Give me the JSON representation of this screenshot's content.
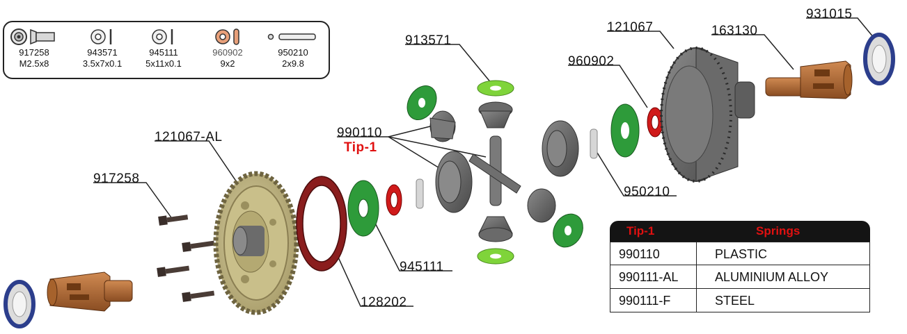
{
  "legend": {
    "items": [
      {
        "code": "917258",
        "size": "M2.5x8",
        "icon": "screw-icon"
      },
      {
        "code": "943571",
        "size": "3.5x7x0.1",
        "icon": "shim-washer-icon"
      },
      {
        "code": "945111",
        "size": "5x11x0.1",
        "icon": "shim-washer-icon"
      },
      {
        "code": "960902",
        "size": "9x2",
        "icon": "o-ring-icon"
      },
      {
        "code": "950210",
        "size": "2x9.8",
        "icon": "pin-icon"
      }
    ]
  },
  "callouts": {
    "c121067_al": "121067-AL",
    "c917258": "917258",
    "c990110": "990110",
    "tip1": "Tip-1",
    "c913571": "913571",
    "c121067": "121067",
    "c163130": "163130",
    "c931015": "931015",
    "c960902": "960902",
    "c950210": "950210",
    "c945111": "945111",
    "c128202": "128202"
  },
  "spec_table": {
    "header": {
      "col1": "Tip-1",
      "col2": "Springs"
    },
    "rows": [
      {
        "part": "990110",
        "material": "PLASTIC"
      },
      {
        "part": "990111-AL",
        "material": "ALUMINIUM ALLOY"
      },
      {
        "part": "990111-F",
        "material": "STEEL"
      }
    ]
  },
  "colors": {
    "green_washer": "#2e9b3a",
    "light_green_washer": "#7fd43a",
    "red_ring": "#d01a1a",
    "gasket": "#8a1d1d",
    "copper": "#b06a36",
    "bearing_blue": "#2c3e8c",
    "metal_gray": "#6b6b6b",
    "gear_gold": "#c9bf8a",
    "tip_red": "#e01010"
  }
}
